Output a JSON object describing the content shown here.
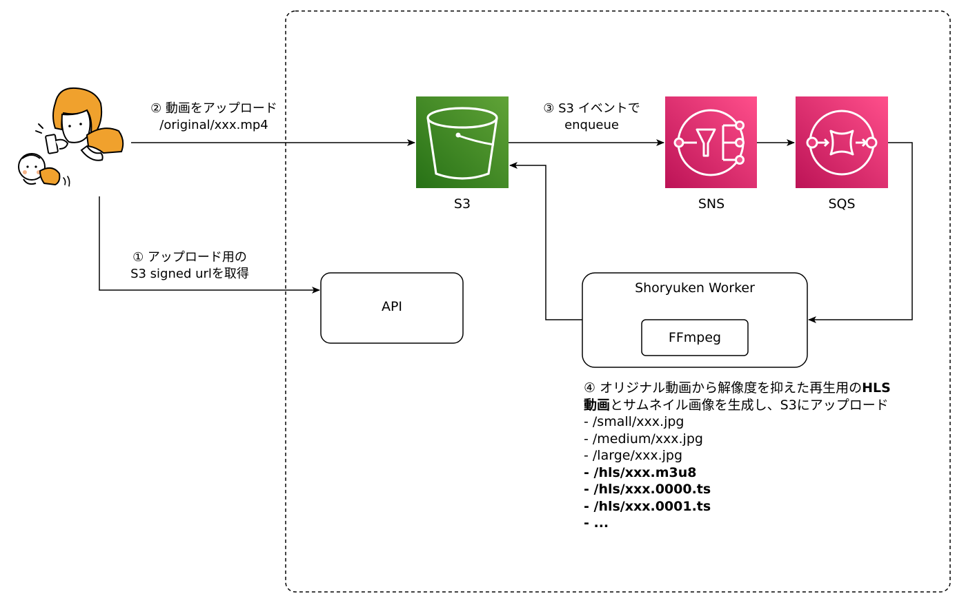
{
  "labels": {
    "s3": "S3",
    "sns": "SNS",
    "sqs": "SQS",
    "api": "API",
    "worker_title": "Shoryuken Worker",
    "ffmpeg": "FFmpeg"
  },
  "edges": {
    "upload_line1": "② 動画をアップロード",
    "upload_line2": "/original/xxx.mp4",
    "event_line1": "③ S3 イベントで",
    "event_line2": "enqueue",
    "signed_line1": "① アップロード用の",
    "signed_line2": "S3 signed urlを取得"
  },
  "note": {
    "line1_prefix": "④ オリジナル動画から解像度を抑えた再生用の",
    "line1_bold": "HLS",
    "line2_bold": "動画",
    "line2_rest": "とサムネイル画像を生成し、S3にアップロード",
    "files": [
      {
        "text": "- /small/xxx.jpg"
      },
      {
        "text": "- /medium/xxx.jpg"
      },
      {
        "text": "- /large/xxx.jpg"
      }
    ],
    "bold_files": [
      {
        "text": "- /hls/xxx.m3u8"
      },
      {
        "text": "- /hls/xxx.0000.ts"
      },
      {
        "text": "- /hls/xxx.0001.ts"
      },
      {
        "text": "- ..."
      }
    ]
  },
  "colors": {
    "s3_green_top": "#60A337",
    "s3_green_bottom": "#277116",
    "pink_top": "#FF4F8B",
    "pink_bottom": "#BC1356",
    "person_orange": "#F0A12D"
  },
  "icons": {
    "s3": "s3-bucket-icon",
    "sns": "sns-icon",
    "sqs": "sqs-icon",
    "user": "parent-with-baby-illustration"
  }
}
